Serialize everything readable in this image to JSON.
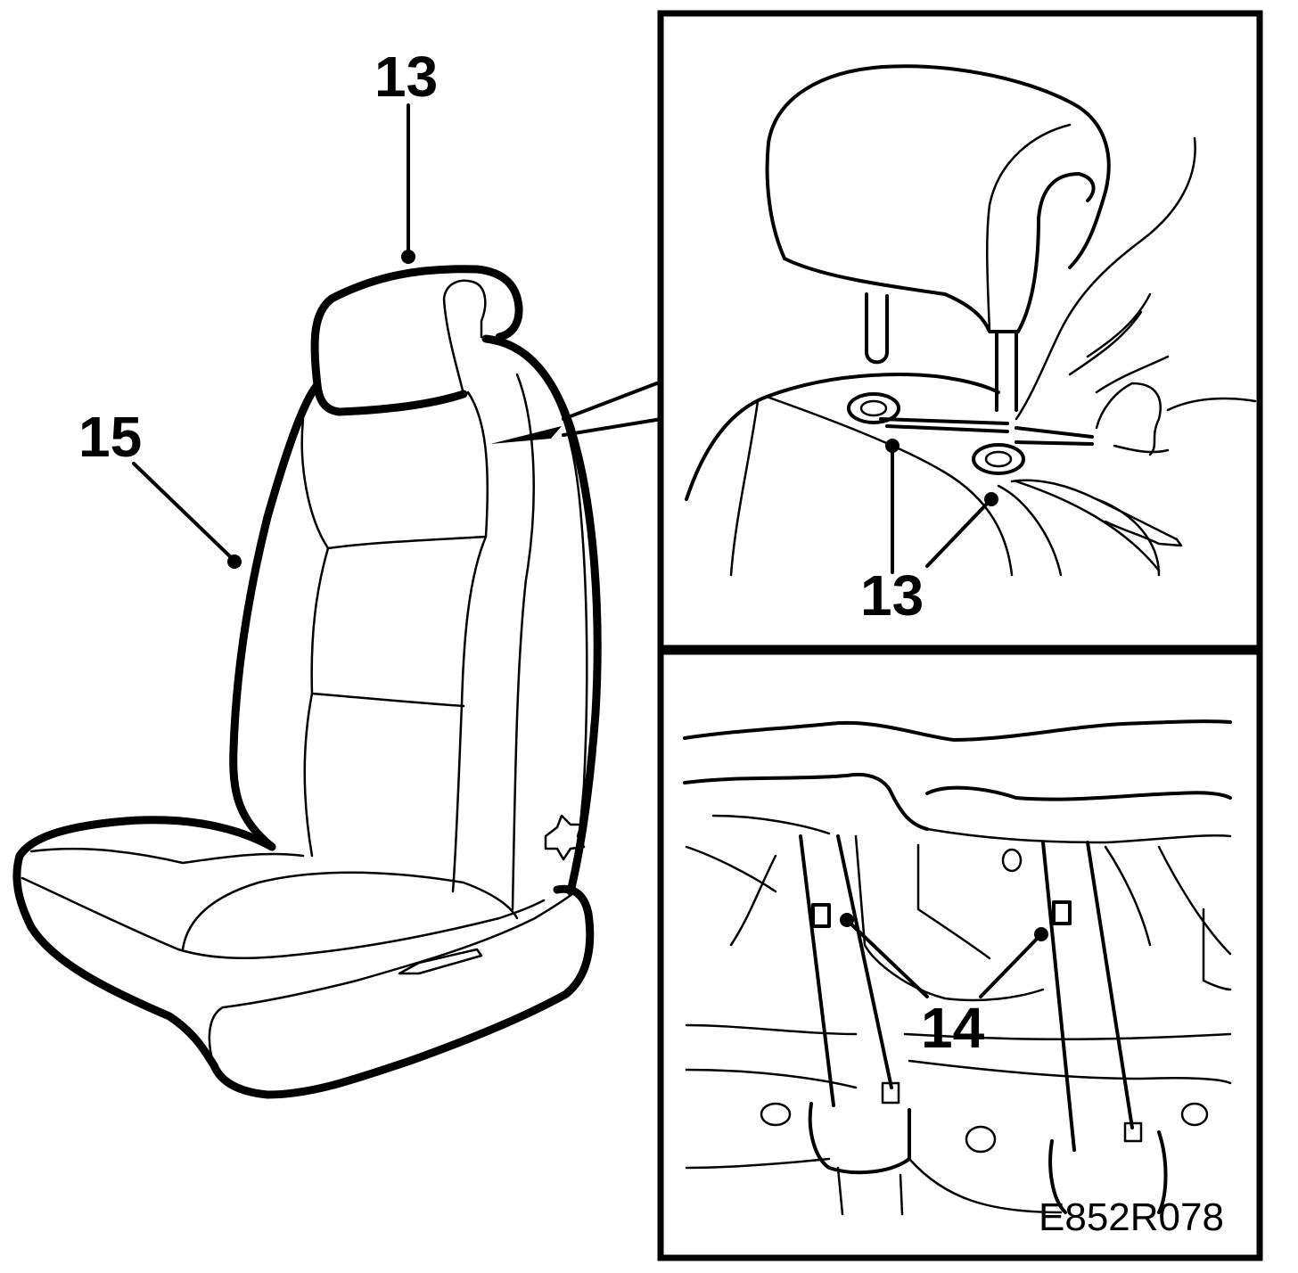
{
  "callouts": {
    "seat_top": "13",
    "seat_side": "15",
    "inset_top": "13",
    "inset_bottom": "14"
  },
  "figure_code": "E852R078",
  "colors": {
    "ink": "#000000",
    "paper": "#ffffff"
  }
}
